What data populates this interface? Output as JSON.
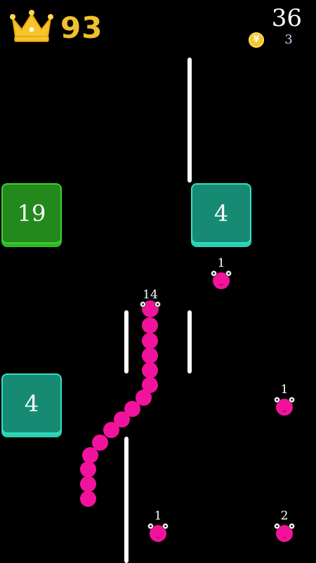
{
  "hud": {
    "best_score": "93",
    "current_score": "36",
    "coins": "3",
    "coin_symbol": "¥"
  },
  "colors": {
    "snake": "#f2139c",
    "gold": "#f1c030",
    "block_green": "#24891c",
    "block_teal": "#178a73"
  },
  "blocks": [
    "19",
    "4",
    "4"
  ],
  "pickups": [
    "1",
    "1",
    "1",
    "2"
  ],
  "snake": {
    "length": "14"
  }
}
